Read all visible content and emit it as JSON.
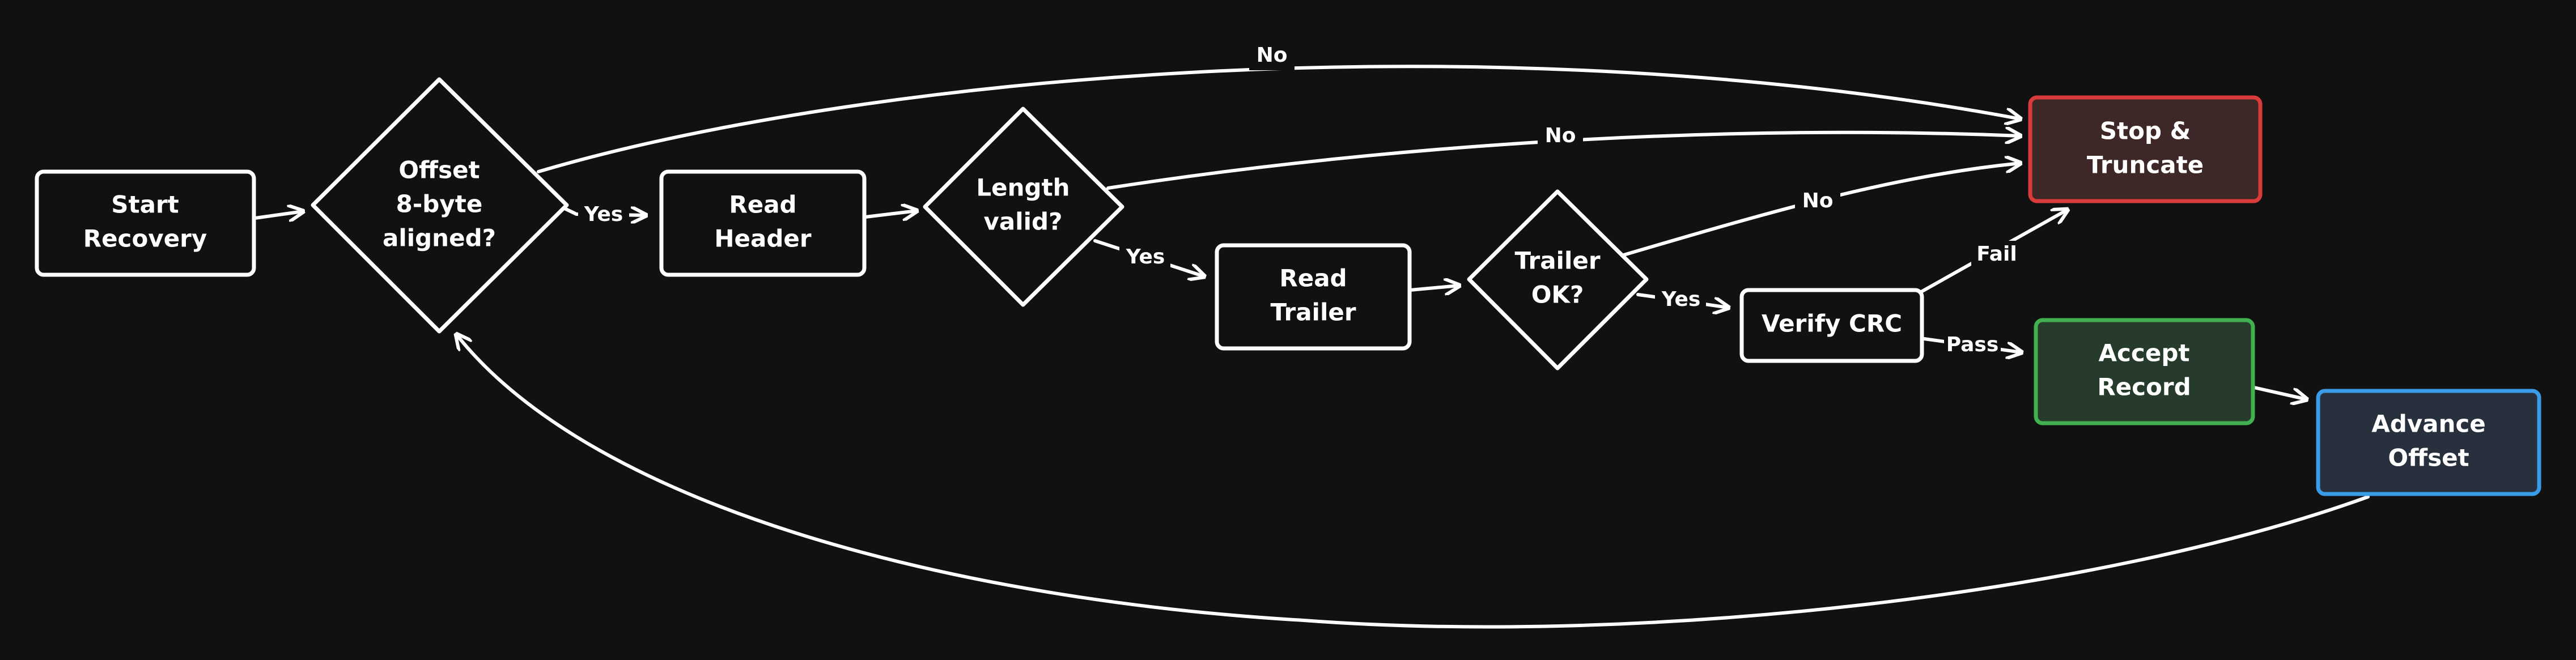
{
  "colors": {
    "background": "#111111",
    "default_stroke": "#ffffff",
    "default_fill": "#111111",
    "stop_stroke": "#d93b3b",
    "stop_fill": "#3d2727",
    "accept_stroke": "#43b04f",
    "accept_fill": "#263b2b",
    "advance_stroke": "#3a9be6",
    "advance_fill": "#28303e"
  },
  "nodes": {
    "start": [
      "Start",
      "Recovery"
    ],
    "aligned": [
      "Offset",
      "8-byte",
      "aligned?"
    ],
    "read_header": [
      "Read",
      "Header"
    ],
    "length_valid": [
      "Length",
      "valid?"
    ],
    "read_trailer": [
      "Read",
      "Trailer"
    ],
    "trailer_ok": [
      "Trailer",
      "OK?"
    ],
    "verify_crc": [
      "Verify CRC"
    ],
    "stop": [
      "Stop &",
      "Truncate"
    ],
    "accept": [
      "Accept",
      "Record"
    ],
    "advance": [
      "Advance",
      "Offset"
    ]
  },
  "edges": {
    "aligned_yes": "Yes",
    "aligned_no": "No",
    "length_yes": "Yes",
    "length_no": "No",
    "trailer_yes": "Yes",
    "trailer_no": "No",
    "crc_fail": "Fail",
    "crc_pass": "Pass"
  }
}
